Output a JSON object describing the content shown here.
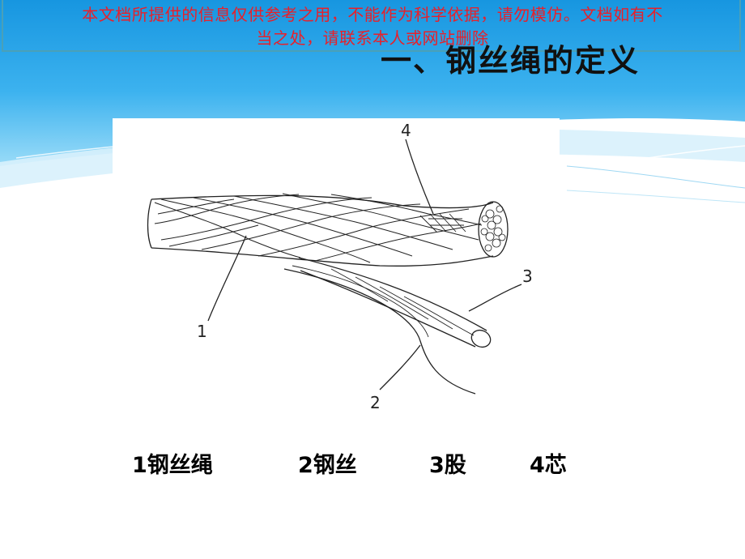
{
  "watermark": {
    "line1": "本文档所提供的信息仅供参考之用，不能作为科学依据，请勿模仿。文档如有不",
    "line2": "当之处，请联系本人或网站删除"
  },
  "slide": {
    "title": "一、钢丝绳的定义"
  },
  "figure": {
    "labels": [
      "1",
      "2",
      "3",
      "4"
    ]
  },
  "captions": [
    "1钢丝绳",
    "2钢丝",
    "3股",
    "4芯"
  ],
  "colors": {
    "banner_top": "#1aa0e6",
    "banner_light": "#bfe9fb",
    "watermark_red": "#e8202a",
    "line_ink": "#222222"
  }
}
